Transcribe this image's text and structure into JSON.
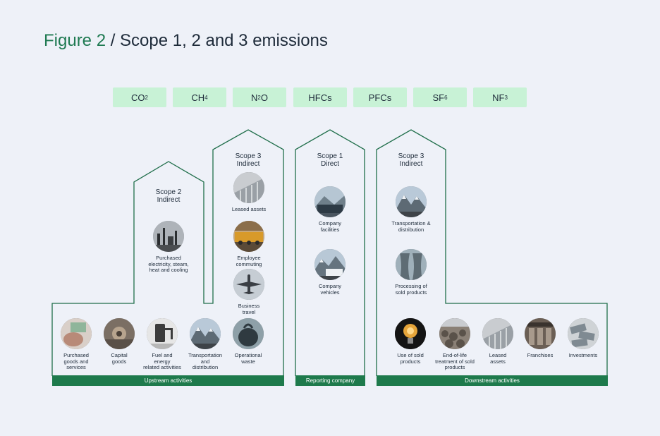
{
  "figure": {
    "title_lead": "Figure 2",
    "title_rest": " / Scope 1, 2 and 3 emissions"
  },
  "gases": [
    {
      "base": "CO",
      "sub": "2"
    },
    {
      "base": "CH",
      "sub": "4"
    },
    {
      "base": "N",
      "sub": "2",
      "tail": "O"
    },
    {
      "base": "HFCs",
      "sub": ""
    },
    {
      "base": "PFCs",
      "sub": ""
    },
    {
      "base": "SF",
      "sub": "6"
    },
    {
      "base": "NF",
      "sub": "3"
    }
  ],
  "scopes": {
    "scope2": "Scope 2\nIndirect",
    "scope3_up": "Scope 3\nIndirect",
    "scope1": "Scope 1\nDirect",
    "scope3_down": "Scope 3\nIndirect"
  },
  "items": {
    "purchased_electricity": "Purchased\nelectricity, steam,\nheat and cooling",
    "leased_assets_up": "Leased assets",
    "employee_commuting": "Employee\ncommuting",
    "business_travel": "Business\ntravel",
    "purchased_goods": "Purchased\ngoods and\nservices",
    "capital_goods": "Capital\ngoods",
    "fuel_energy": "Fuel and\nenergy\nrelated activities",
    "transport_up": "Transportation\nand\ndistribution",
    "operational_waste": "Operational\nwaste",
    "company_facilities": "Company\nfacilities",
    "company_vehicles": "Company\nvehicles",
    "transport_down": "Transportation &\ndistribution",
    "processing_sold": "Processing of\nsold products",
    "use_sold": "Use of sold\nproducts",
    "end_of_life": "End-of-life\ntreatment of sold\nproducts",
    "leased_assets_down": "Leased\nassets",
    "franchises": "Franchises",
    "investments": "Investments"
  },
  "bars": {
    "upstream": "Upstream activities",
    "reporting": "Reporting company",
    "downstream": "Downstream activities"
  },
  "colors": {
    "accent": "#1f7a52",
    "bar": "#1e7a4c",
    "gas_chip": "#c8f2d6",
    "outline": "#1f6e4a",
    "background": "#eef1f8"
  },
  "icons": {
    "purchased_electricity": "power-plant-photo",
    "leased_assets_up": "building-photo",
    "employee_commuting": "train-photo",
    "business_travel": "airplane-photo",
    "purchased_goods": "hand-money-photo",
    "capital_goods": "machinery-photo",
    "fuel_energy": "fuel-pump-photo",
    "transport_up": "mountain-truck-photo",
    "operational_waste": "waste-bag-photo",
    "company_facilities": "facility-photo",
    "company_vehicles": "vehicle-photo",
    "transport_down": "mountain-truck-photo",
    "processing_sold": "cooling-tower-photo",
    "use_sold": "light-bulb-photo",
    "end_of_life": "landfill-photo",
    "leased_assets_down": "building-photo",
    "franchises": "store-photo",
    "investments": "money-photo"
  }
}
